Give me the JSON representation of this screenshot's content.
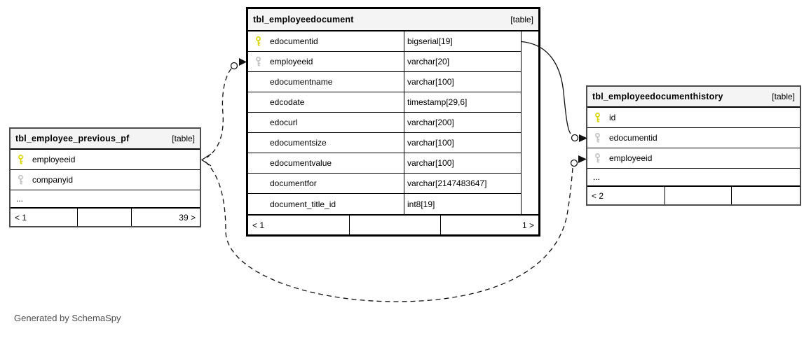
{
  "diagram": {
    "generated_by": "Generated by SchemaSpy"
  },
  "colors": {
    "primary_key_icon": "#dcd400",
    "foreign_key_icon": "#c2c2c2",
    "header_bg": "#f4f4f4",
    "border": "#000000"
  },
  "tables": [
    {
      "name": "tbl_employee_previous_pf",
      "badge": "[table]",
      "columns": [
        {
          "name": "employeeid",
          "key": "primary"
        },
        {
          "name": "companyid",
          "key": "foreign"
        }
      ],
      "ellipsis": "...",
      "footer": {
        "left": "< 1",
        "middle": "",
        "right": "39 >"
      }
    },
    {
      "name": "tbl_employeedocument",
      "badge": "[table]",
      "columns": [
        {
          "name": "edocumentid",
          "type": "bigserial[19]",
          "key": "primary"
        },
        {
          "name": "employeeid",
          "type": "varchar[20]",
          "key": "foreign"
        },
        {
          "name": "edocumentname",
          "type": "varchar[100]",
          "key": ""
        },
        {
          "name": "edcodate",
          "type": "timestamp[29,6]",
          "key": ""
        },
        {
          "name": "edocurl",
          "type": "varchar[200]",
          "key": ""
        },
        {
          "name": "edocumentsize",
          "type": "varchar[100]",
          "key": ""
        },
        {
          "name": "edocumentvalue",
          "type": "varchar[100]",
          "key": ""
        },
        {
          "name": "documentfor",
          "type": "varchar[2147483647]",
          "key": ""
        },
        {
          "name": "document_title_id",
          "type": "int8[19]",
          "key": ""
        }
      ],
      "footer": {
        "left": "< 1",
        "middle": "",
        "right": "1 >"
      }
    },
    {
      "name": "tbl_employeedocumenthistory",
      "badge": "[table]",
      "columns": [
        {
          "name": "id",
          "key": "primary"
        },
        {
          "name": "edocumentid",
          "key": "foreign"
        },
        {
          "name": "employeeid",
          "key": "foreign"
        }
      ],
      "ellipsis": "...",
      "footer": {
        "left": "< 2",
        "middle": "",
        "right": ""
      }
    }
  ],
  "relationships": [
    {
      "from": "tbl_employeedocument.edocumentid",
      "to": "tbl_employeedocumenthistory.edocumentid",
      "style": "solid"
    },
    {
      "from": "tbl_employee_previous_pf.employeeid",
      "to": "tbl_employeedocument.employeeid",
      "style": "dashed"
    },
    {
      "from": "tbl_employee_previous_pf.employeeid",
      "to": "tbl_employeedocumenthistory.employeeid",
      "style": "dashed"
    }
  ]
}
